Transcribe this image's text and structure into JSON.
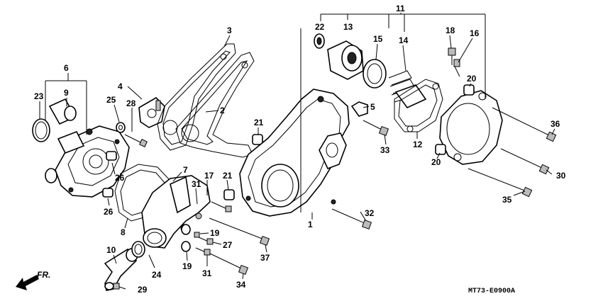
{
  "diagram": {
    "code": "MT73-E0900A",
    "direction_label": "FR.",
    "labels": [
      "1",
      "2",
      "3",
      "4",
      "5",
      "6",
      "7",
      "8",
      "9",
      "10",
      "11",
      "12",
      "13",
      "14",
      "15",
      "16",
      "17",
      "18",
      "19",
      "19",
      "20",
      "20",
      "21",
      "21",
      "22",
      "23",
      "24",
      "25",
      "26",
      "26",
      "27",
      "28",
      "29",
      "30",
      "31",
      "31",
      "32",
      "33",
      "34",
      "35",
      "36",
      "37"
    ]
  }
}
